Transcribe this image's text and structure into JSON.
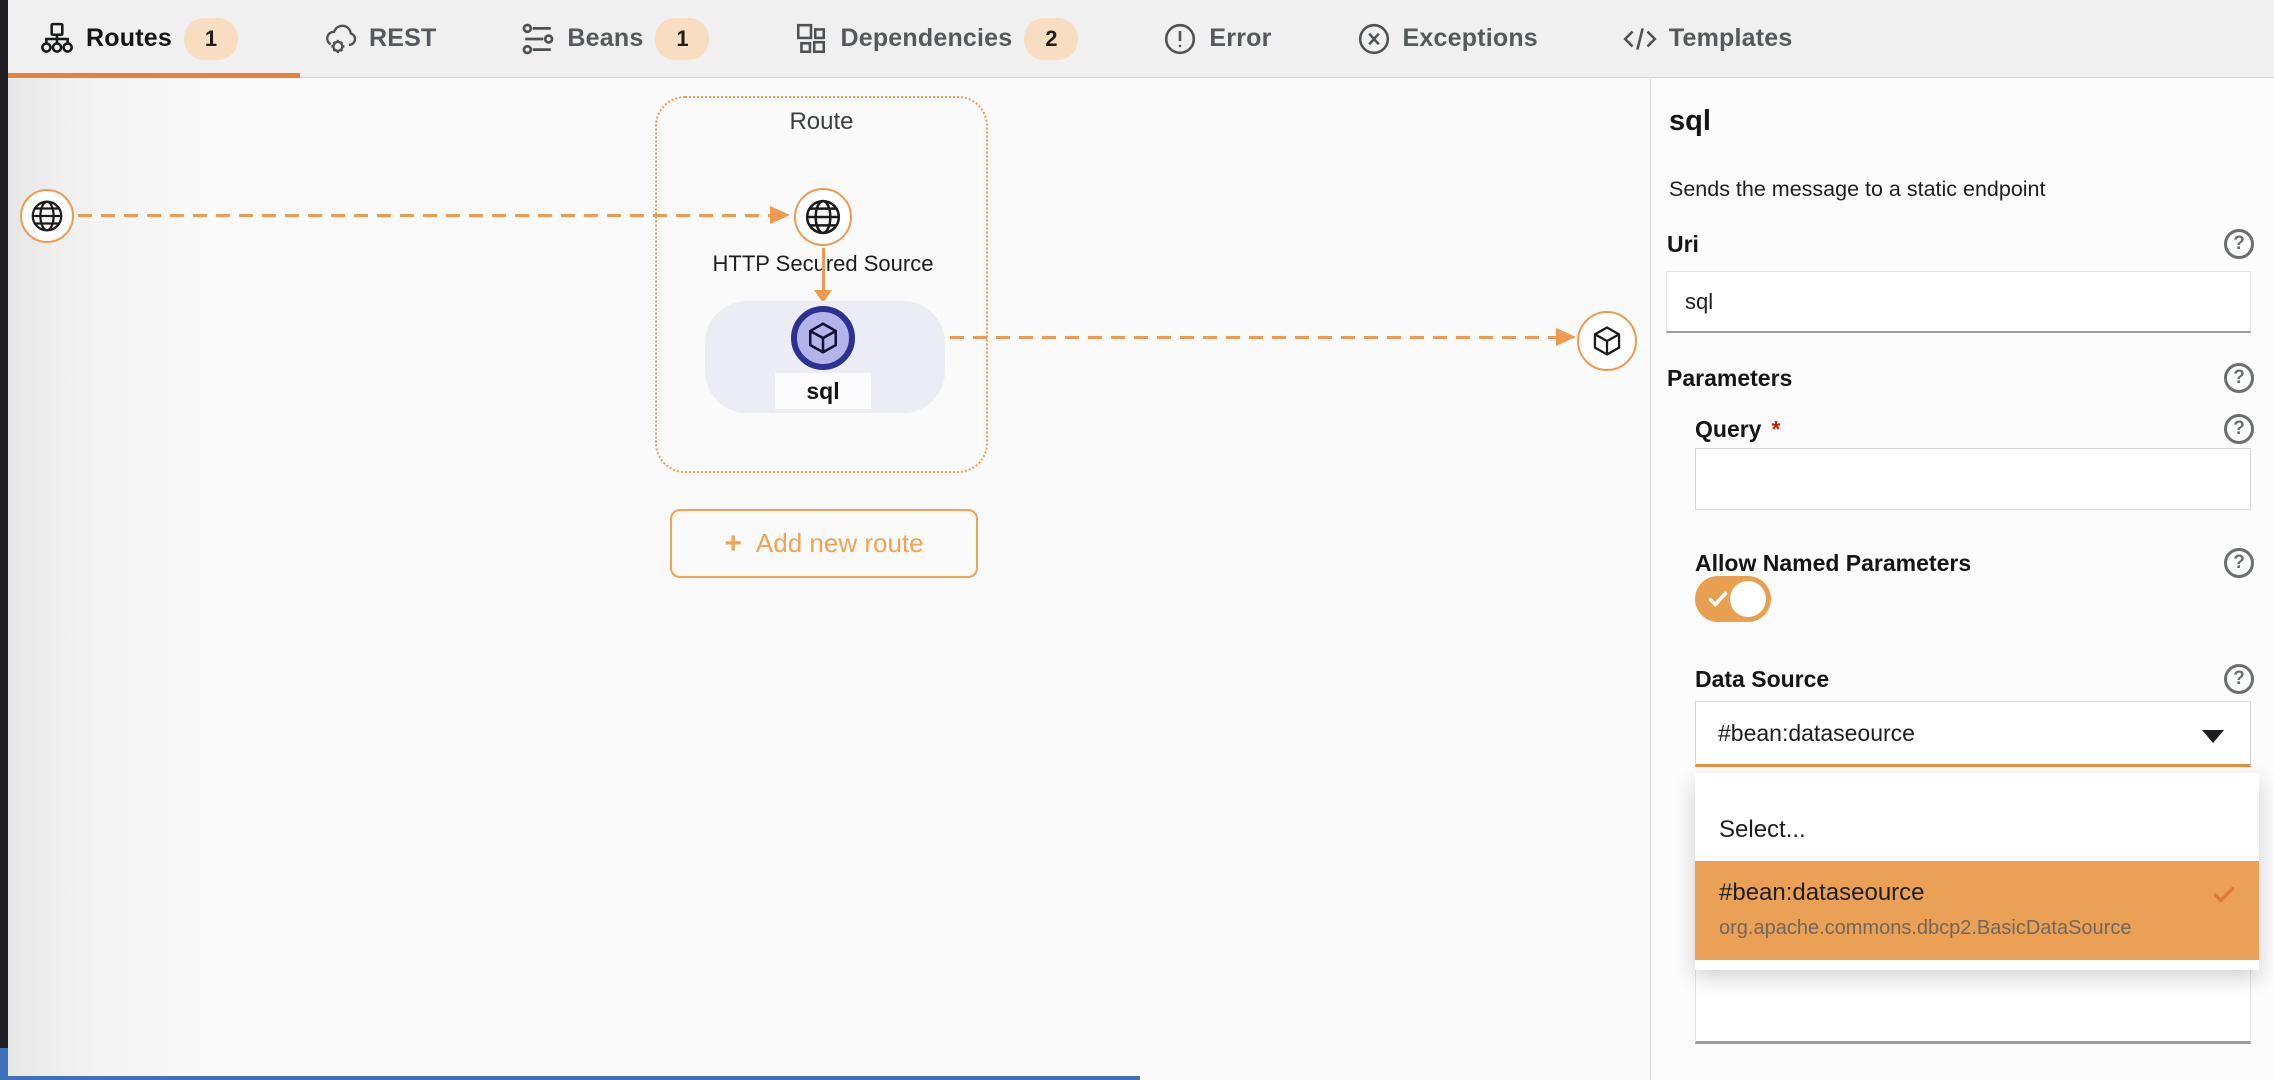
{
  "tabs": [
    {
      "label": "Routes",
      "badge": "1"
    },
    {
      "label": "REST",
      "badge": ""
    },
    {
      "label": "Beans",
      "badge": "1"
    },
    {
      "label": "Dependencies",
      "badge": "2"
    },
    {
      "label": "Error",
      "badge": ""
    },
    {
      "label": "Exceptions",
      "badge": ""
    },
    {
      "label": "Templates",
      "badge": ""
    }
  ],
  "canvas": {
    "route_label": "Route",
    "source_label": "HTTP Secured Source",
    "step_label": "sql",
    "add_button_plus": "+",
    "add_button_label": "Add new route"
  },
  "panel": {
    "title": "sql",
    "description": "Sends the message to a static endpoint",
    "uri": {
      "label": "Uri",
      "value": "sql"
    },
    "parameters_label": "Parameters",
    "query": {
      "label": "Query",
      "required_marker": "*",
      "value": ""
    },
    "allow_named": {
      "label": "Allow Named Parameters",
      "enabled": true
    },
    "data_source": {
      "label": "Data Source",
      "value": "#bean:dataseource"
    },
    "dropdown": {
      "options": [
        {
          "label": "Select...",
          "selected": false
        },
        {
          "label": "#bean:dataseource",
          "sublabel": "org.apache.commons.dbcp2.BasicDataSource",
          "selected": true
        }
      ]
    }
  },
  "icons": {
    "help": "?"
  },
  "colors": {
    "accent_orange": "#e8803a",
    "light_orange": "#efa353",
    "toggle_orange": "#e9a04e",
    "highlight_orange": "#eba155",
    "node_ring_orange": "#ef9a4f",
    "step_indigo": "#2d3192",
    "step_fill": "#b3b5ea",
    "required_red": "#c9190b",
    "tabbar_bg": "#f0f0f1",
    "statusbar_blue": "#3e71b8"
  }
}
